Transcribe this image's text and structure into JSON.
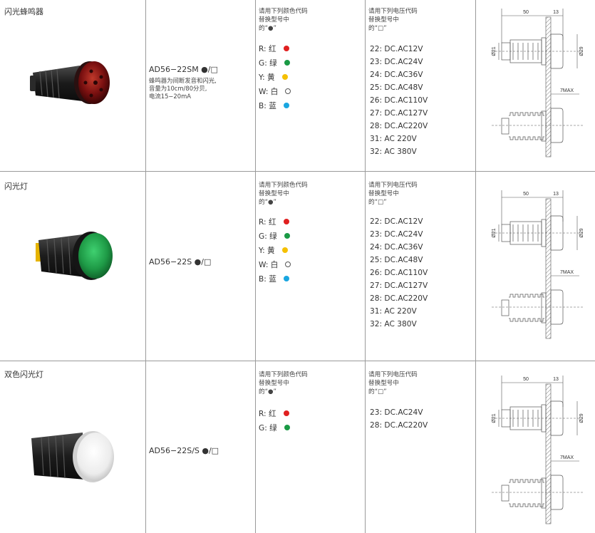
{
  "rows": [
    {
      "category": "闪光蜂鸣器",
      "model": "AD56−22SM ●/□",
      "description": [
        "蜂鸣器为间断发音和闪光,",
        "音量为10cm/80分贝,",
        "电流15−20mA"
      ],
      "color_header": [
        "请用下列颜色代码",
        "替换型号中",
        "的“●”"
      ],
      "colors": [
        {
          "label": "R: 红",
          "color": "#e02020"
        },
        {
          "label": "G: 绿",
          "color": "#1a9a45"
        },
        {
          "label": "Y: 黄",
          "color": "#f5c000"
        },
        {
          "label": "W: 白",
          "color": "#ffffff"
        },
        {
          "label": "B: 蓝",
          "color": "#1aa6e0"
        }
      ],
      "voltage_header": [
        "请用下列电压代码",
        "替换型号中",
        "的“□”"
      ],
      "voltages": [
        "22: DC.AC12V",
        "23: DC.AC24V",
        "24: DC.AC36V",
        "25: DC.AC48V",
        "26: DC.AC110V",
        "27: DC.AC127V",
        "28: DC.AC220V",
        "31: AC 220V",
        "32: AC 380V"
      ],
      "dimensions": {
        "length": "50",
        "front": "13",
        "body_dia": "Ø21",
        "head_dia": "Ø29",
        "panel": "7MAX"
      },
      "lens_color": "#8a1a1a"
    },
    {
      "category": "闪光灯",
      "model": "AD56−22S ●/□",
      "description": [],
      "color_header": [
        "请用下列颜色代码",
        "替换型号中",
        "的“●”"
      ],
      "colors": [
        {
          "label": "R: 红",
          "color": "#e02020"
        },
        {
          "label": "G: 绿",
          "color": "#1a9a45"
        },
        {
          "label": "Y: 黄",
          "color": "#f5c000"
        },
        {
          "label": "W: 白",
          "color": "#ffffff"
        },
        {
          "label": "B: 蓝",
          "color": "#1aa6e0"
        }
      ],
      "voltage_header": [
        "请用下列电压代码",
        "替换型号中",
        "的“□”"
      ],
      "voltages": [
        "22: DC.AC12V",
        "23: DC.AC24V",
        "24: DC.AC36V",
        "25: DC.AC48V",
        "26: DC.AC110V",
        "27: DC.AC127V",
        "28: DC.AC220V",
        "31: AC 220V",
        "32: AC 380V"
      ],
      "dimensions": {
        "length": "50",
        "front": "13",
        "body_dia": "Ø21",
        "head_dia": "Ø29",
        "panel": "7MAX"
      },
      "lens_color": "#2a9a4a"
    },
    {
      "category": "双色闪光灯",
      "model": "AD56−22S/S ●/□",
      "description": [],
      "color_header": [
        "请用下列颜色代码",
        "替换型号中",
        "的“●”"
      ],
      "colors": [
        {
          "label": "R: 红",
          "color": "#e02020"
        },
        {
          "label": "G: 绿",
          "color": "#1a9a45"
        }
      ],
      "voltage_header": [
        "请用下列电压代码",
        "替换型号中",
        "的“□”"
      ],
      "voltages": [
        "23: DC.AC24V",
        "28: DC.AC220V"
      ],
      "dimensions": {
        "length": "50",
        "front": "13",
        "body_dia": "Ø21",
        "head_dia": "Ø29",
        "panel": "7MAX"
      },
      "lens_color": "#f2f2f2"
    }
  ]
}
